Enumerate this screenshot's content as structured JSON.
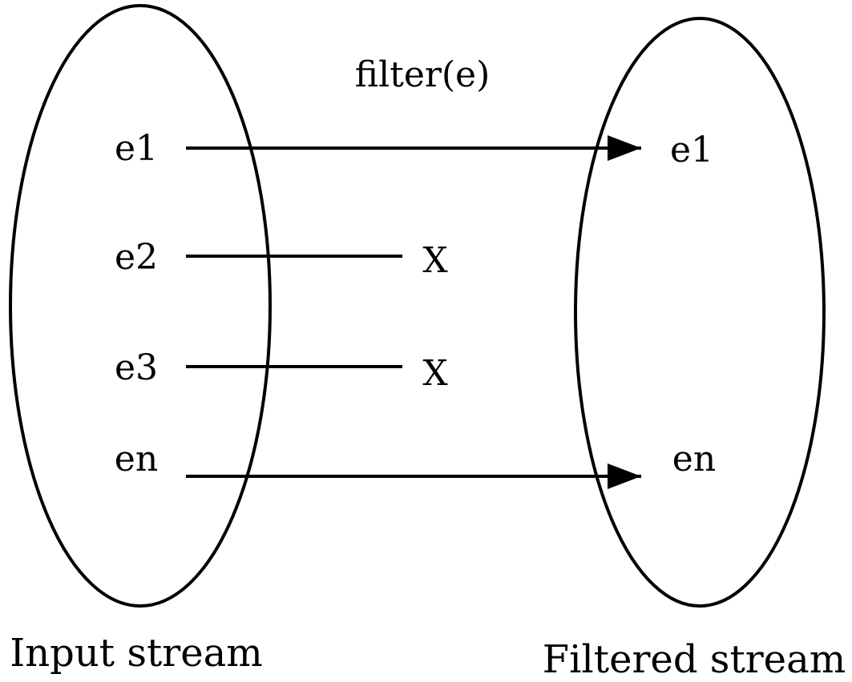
{
  "diagram": {
    "operation_label": "filter(e)",
    "input": {
      "title": "Input stream",
      "elements": [
        "e1",
        "e2",
        "e3",
        "en"
      ]
    },
    "output": {
      "title": "Filtered stream",
      "elements": [
        "e1",
        "en"
      ]
    },
    "rejected_marks": [
      "X",
      "X"
    ],
    "colors": {
      "stroke": "#000000",
      "background": "#ffffff"
    }
  }
}
